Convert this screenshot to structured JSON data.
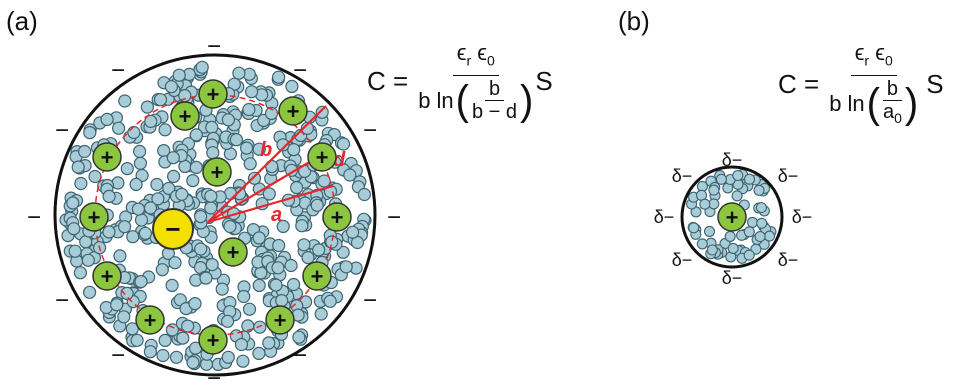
{
  "labels": {
    "a": "(a)",
    "b": "(b)"
  },
  "eq_a": {
    "lhs": "C =",
    "numerator": "ϵ",
    "num_sub1": "r",
    "num_mid": " ϵ",
    "num_sub2": "0",
    "den_prefix": "b ln",
    "inner_num": "b",
    "inner_den": "b − d",
    "rhs": "S"
  },
  "eq_b": {
    "lhs": "C =",
    "numerator": "ϵ",
    "num_sub1": "r",
    "num_mid": " ϵ",
    "num_sub2": "0",
    "den_prefix": "b ln",
    "inner_num": "b",
    "inner_den": "a",
    "inner_den_sub": "0",
    "rhs": "S"
  },
  "diagram_a": {
    "outer_charge": "−",
    "central_ion": "−",
    "ion_charge": "+",
    "label_b": "b",
    "label_d": "d",
    "label_a": "a",
    "colors": {
      "ion": "#8cc63f",
      "center": "#f4e000",
      "solvent": "#a9cdd8",
      "radius": "#e8262b"
    }
  },
  "diagram_b": {
    "partial_charge": "δ−",
    "ion_charge": "+"
  }
}
